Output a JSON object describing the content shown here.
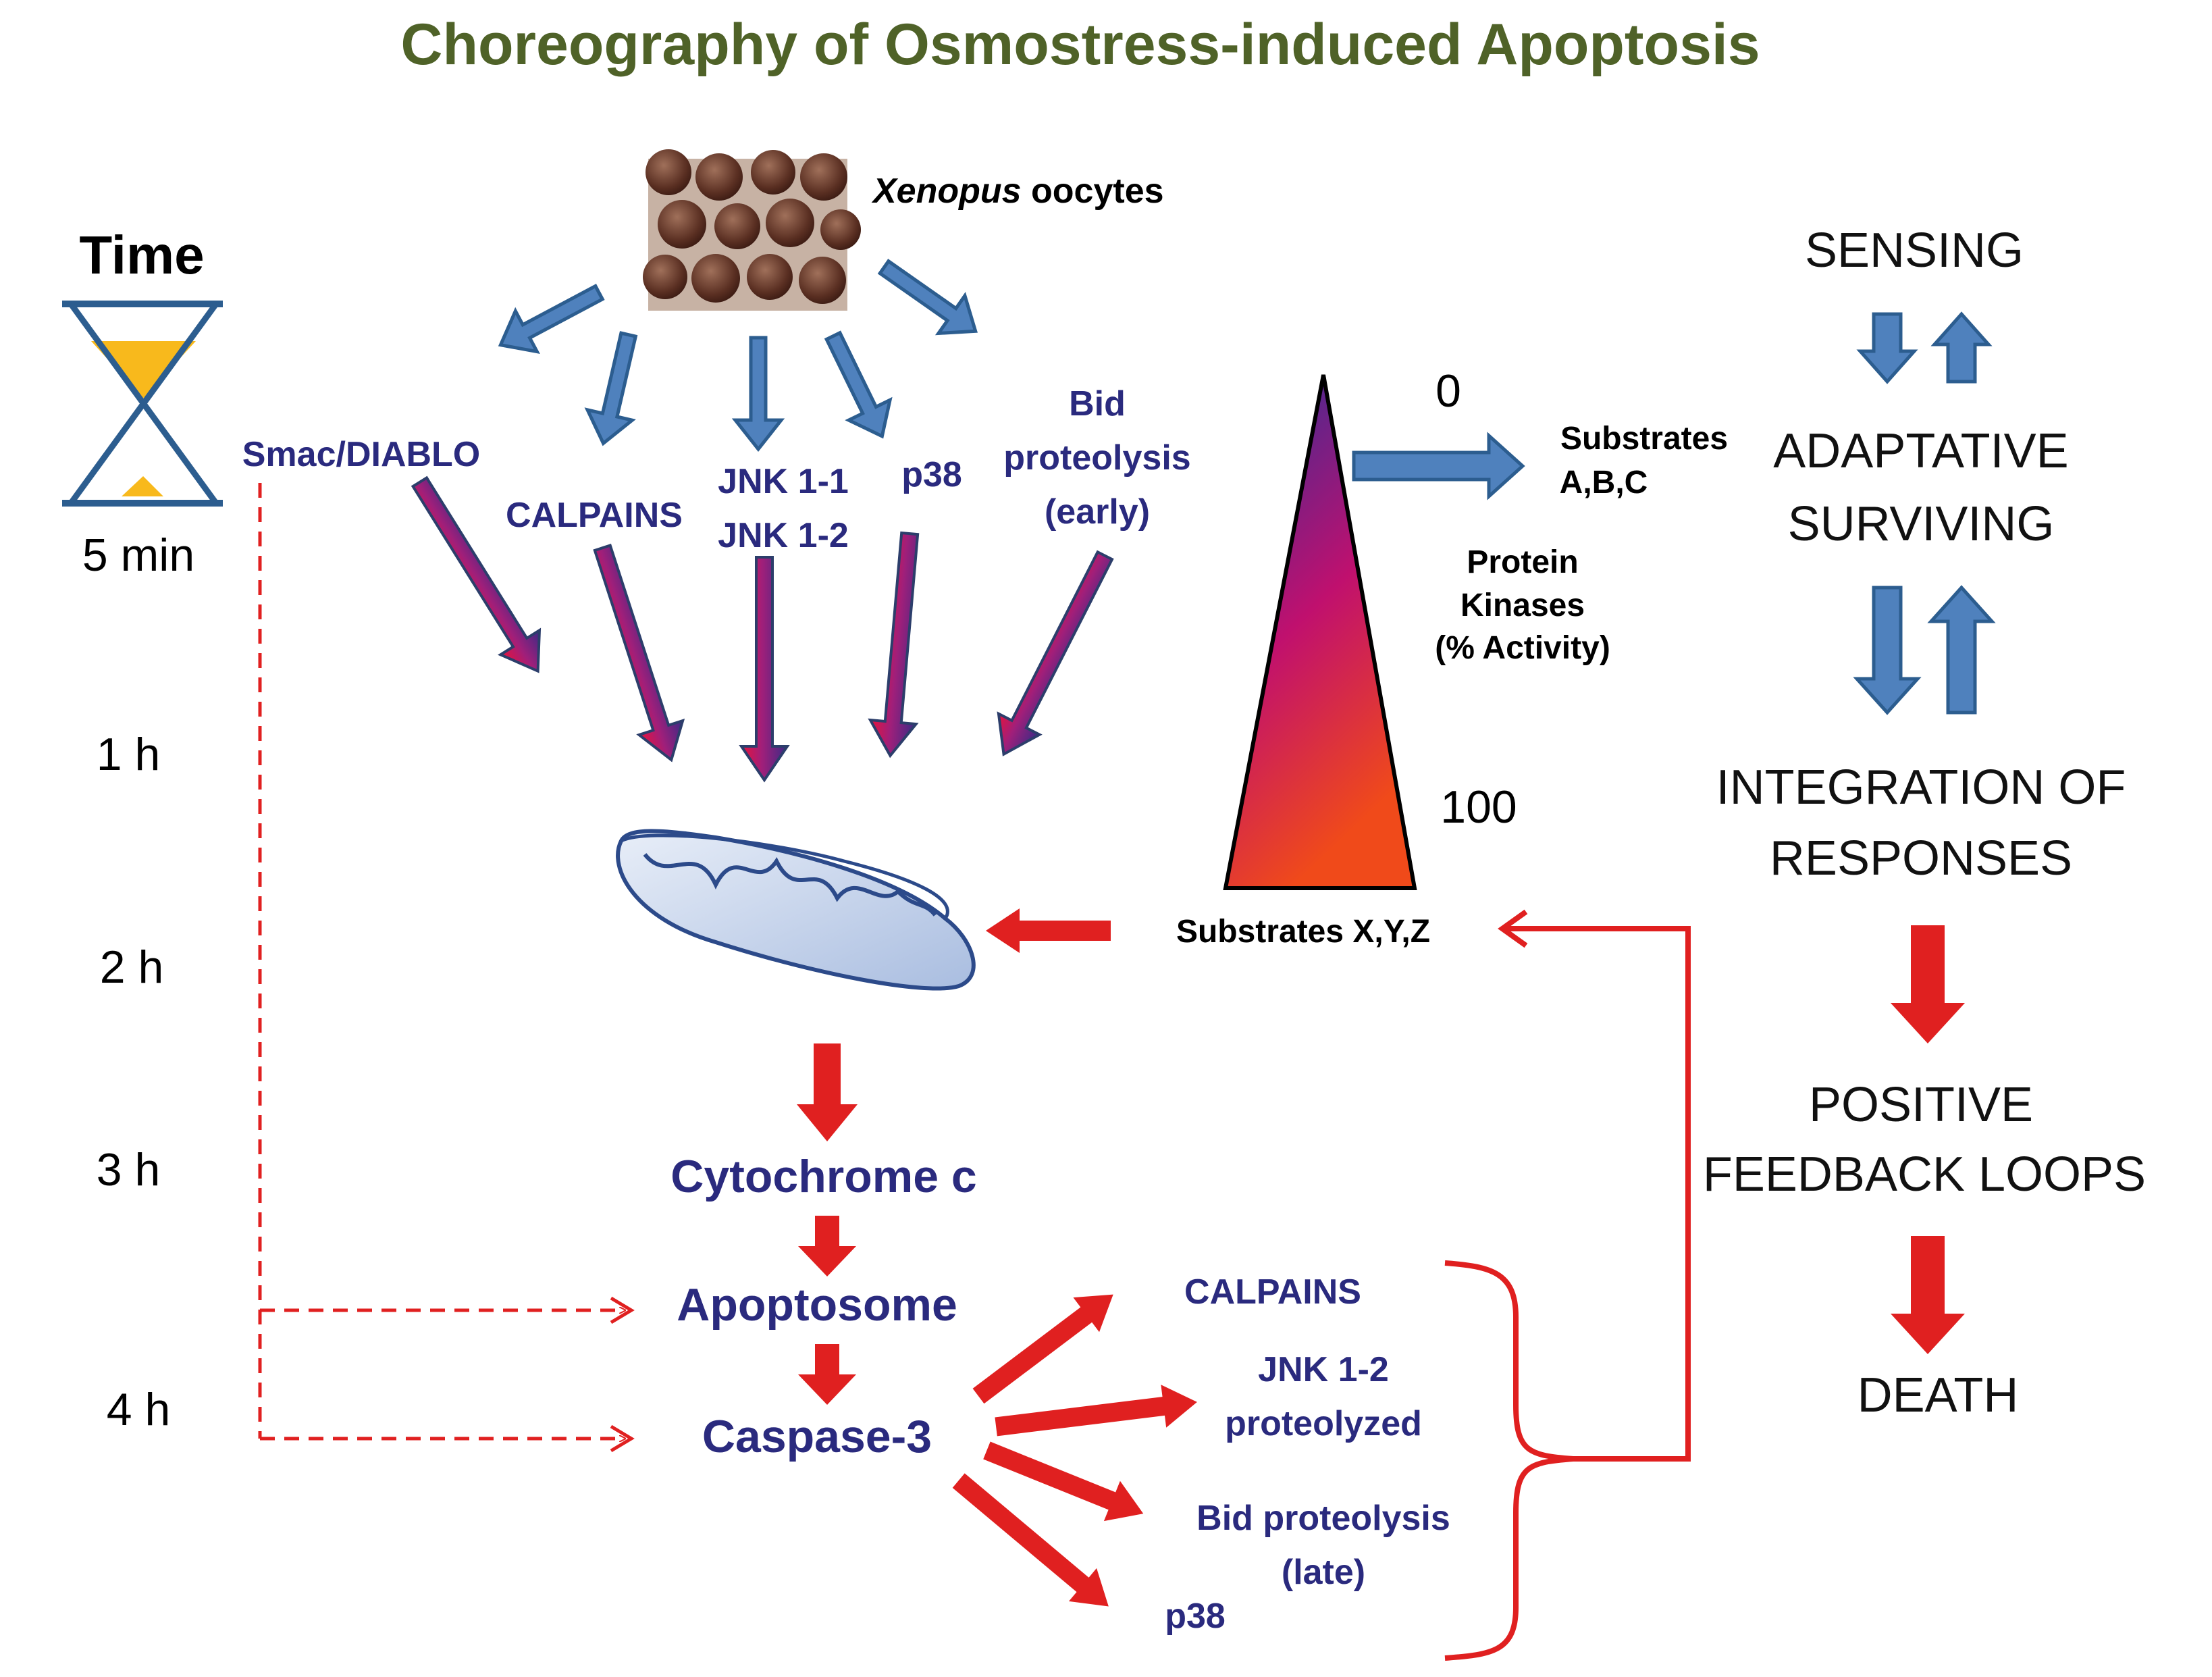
{
  "title": "Choreography of Osmostress-induced Apoptosis",
  "time_axis": {
    "heading": "Time",
    "labels": [
      "5 min",
      "1 h",
      "2 h",
      "3 h",
      "4 h"
    ]
  },
  "oocytes": {
    "label_italic": "Xenopus",
    "label_rest": " oocytes"
  },
  "early_targets": {
    "smac": "Smac/DIABLO",
    "calpains": "CALPAINS",
    "jnk1": "JNK 1-1",
    "jnk2": "JNK 1-2",
    "p38": "p38",
    "bid_1": "Bid",
    "bid_2": "proteolysis",
    "bid_3": "(early)"
  },
  "kinase_triangle": {
    "top_value": "0",
    "bottom_value": "100",
    "label_1": "Protein",
    "label_2": "Kinases",
    "label_3": "(% Activity)",
    "substrates_abc_1": "Substrates",
    "substrates_abc_2": "A,B,C",
    "substrates_xyz": "Substrates X,Y,Z"
  },
  "cascade": {
    "cytochrome": "Cytochrome c",
    "apoptosome": "Apoptosome",
    "caspase": "Caspase-3"
  },
  "late_targets": {
    "calpains": "CALPAINS",
    "jnk_1": "JNK 1-2",
    "jnk_2": "proteolyzed",
    "bid_1": "Bid proteolysis",
    "bid_2": "(late)",
    "p38": "p38"
  },
  "stages": {
    "sensing": "SENSING",
    "adaptive_1": "ADAPTATIVE",
    "adaptive_2": "SURVIVING",
    "integration_1": "INTEGRATION OF",
    "integration_2": "RESPONSES",
    "feedback_1": "POSITIVE",
    "feedback_2": "FEEDBACK LOOPS",
    "death": "DEATH"
  },
  "colors": {
    "title": "#4f6228",
    "blue_arrow": "#4f81bd",
    "blue_arrow_border": "#2c5d8f",
    "red": "#e02020",
    "text_blue": "#2a2a7e",
    "gold": "#f8b91c"
  }
}
